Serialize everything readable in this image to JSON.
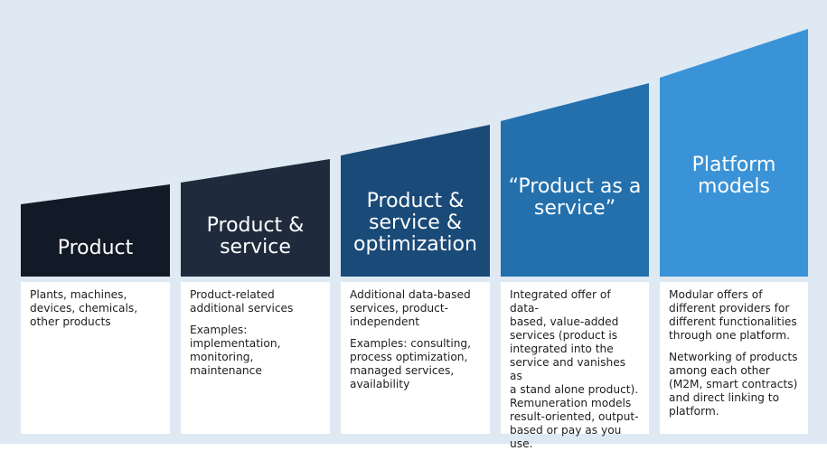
{
  "stages": [
    {
      "title": "Product",
      "color": "#111a26",
      "paragraphs": [
        "Plants, machines,\ndevices, chemicals,\nother products"
      ]
    },
    {
      "title": "Product &\nservice",
      "color": "#1f2b3d",
      "paragraphs": [
        "Product-related\nadditional services",
        "Examples:\nimplementation,\nmonitoring,\nmaintenance"
      ]
    },
    {
      "title": "Product &\nservice &\noptimization",
      "color": "#1a4a78",
      "paragraphs": [
        "Additional data-based\nservices, product-\nindependent",
        "Examples: consulting,\nprocess optimization,\nmanaged services,\navailability"
      ]
    },
    {
      "title": "“Product as a\nservice”",
      "color": "#2370ad",
      "paragraphs": [
        "Integrated offer of data-\nbased, value-added\nservices (product is\nintegrated into the\nservice and vanishes as\na stand alone product).\nRemuneration models\nresult-oriented, output-\nbased or pay as you use."
      ]
    },
    {
      "title": "Platform\nmodels",
      "color": "#3a93d6",
      "paragraphs": [
        "Modular offers of\ndifferent providers for\ndifferent functionalities\nthrough one platform.",
        "Networking of products\namong each other\n(M2M, smart contracts)\nand direct linking to\nplatform."
      ]
    }
  ]
}
